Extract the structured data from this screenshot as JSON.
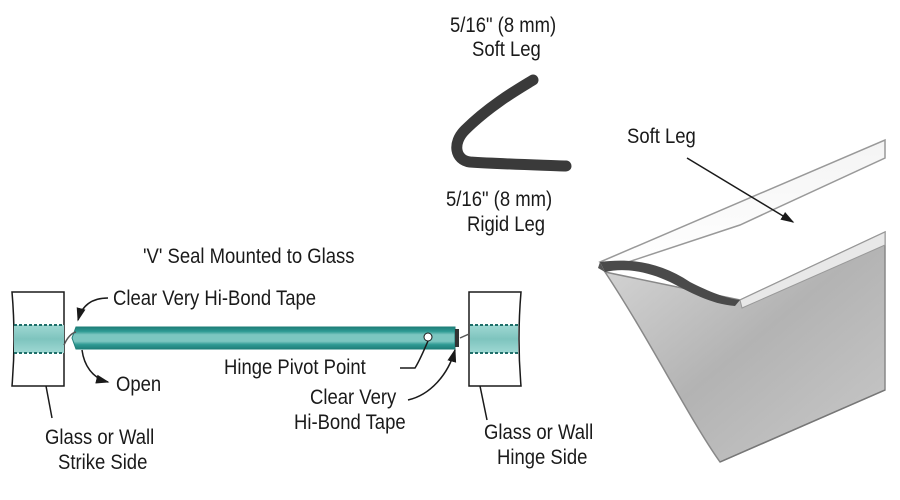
{
  "profile": {
    "soft_leg_dim": "5/16\" (8 mm)",
    "soft_leg_label": "Soft Leg",
    "rigid_leg_dim": "5/16\" (8 mm)",
    "rigid_leg_label": "Rigid Leg"
  },
  "mount_diagram": {
    "title": "'V' Seal Mounted to Glass",
    "tape_left": "Clear Very Hi-Bond Tape",
    "open": "Open",
    "hinge_pivot": "Hinge Pivot Point",
    "tape_right_line1": "Clear Very",
    "tape_right_line2": "Hi-Bond Tape",
    "strike_line1": "Glass or Wall",
    "strike_line2": "Strike Side",
    "hinge_line1": "Glass or Wall",
    "hinge_line2": "Hinge Side"
  },
  "product_view": {
    "soft_leg_callout": "Soft Leg"
  },
  "colors": {
    "glass_teal": "#2e9a93",
    "glass_light": "#8fd0cb",
    "seal_dark": "#3a3a3a",
    "metal_gray": "#b8b8b8"
  }
}
